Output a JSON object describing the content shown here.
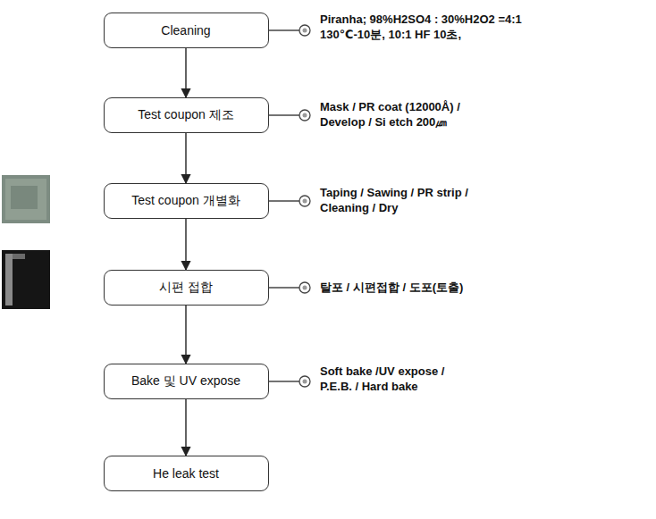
{
  "diagram": {
    "nodes": [
      {
        "text": [
          "Cleaning"
        ]
      },
      {
        "text": [
          "Test coupon 제조"
        ]
      },
      {
        "text": [
          "Test coupon 개별화"
        ]
      },
      {
        "text": [
          "시편 접합"
        ]
      },
      {
        "text": [
          "Bake 및 UV expose"
        ]
      },
      {
        "text": [
          "He leak test"
        ]
      }
    ],
    "edges": [
      {
        "from": 0,
        "to": 1,
        "arrow": "to"
      },
      {
        "from": 1,
        "to": 2,
        "arrow": "to"
      },
      {
        "from": 2,
        "to": 3,
        "arrow": "to"
      },
      {
        "from": 3,
        "to": 4,
        "arrow": "to"
      },
      {
        "from": 4,
        "to": 5,
        "arrow": "to"
      }
    ],
    "labels": [
      "Piranha; 98%H2SO4 : 30%H2O2 =4:1 130℃-10분, 10:1 HF 10초,",
      "Mask / PR coat (12000Å) / Develop / Si etch 200㎛",
      "Taping / Sawing / PR strip / Cleaning / Dry",
      "탈포 / 시편접합 / 도포(토출)",
      "Soft bake /UV expose / P.E.B. / Hard bake"
    ]
  }
}
